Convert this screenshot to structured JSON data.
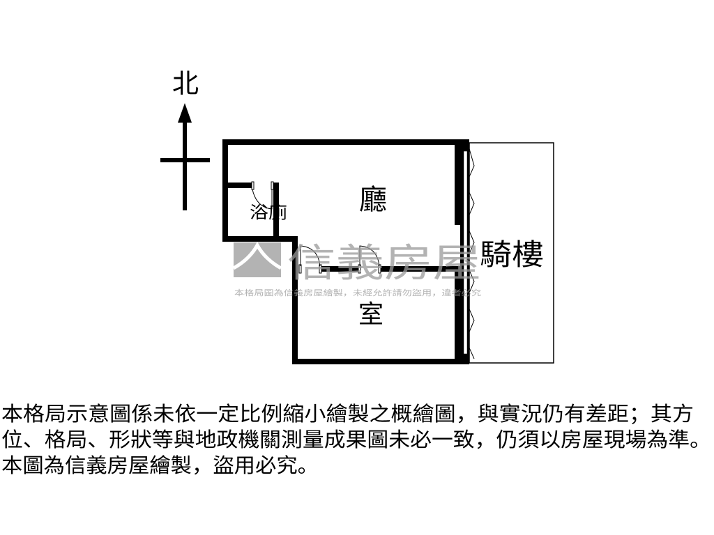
{
  "compass": {
    "north_label": "北"
  },
  "rooms": {
    "living_room": "廳",
    "bathroom": "浴廁",
    "bedroom": "室",
    "arcade": "騎樓"
  },
  "watermark": {
    "brand": "信義房屋",
    "notice": "本格局圖為信義房屋繪製，未經允許請勿盜用，違者必究",
    "color": "#9a9a9a"
  },
  "disclaimer": {
    "lines": [
      "本格局示意圖係未依一定比例縮小繪製之概繪圖，與實況仍有差距；其方",
      "位、格局、形狀等與地政機關測量成果圖未必一致，仍須以房屋現場為準。",
      "本圖為信義房屋繪製，盜用必究。"
    ]
  }
}
